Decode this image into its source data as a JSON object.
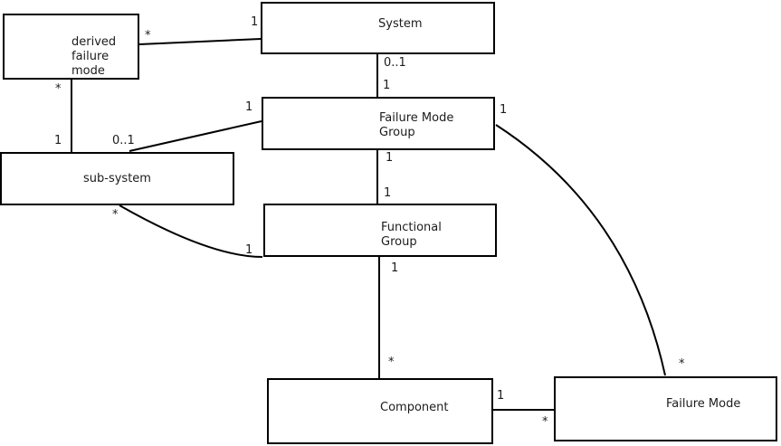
{
  "nodes": {
    "system": {
      "label": "System"
    },
    "derived_failure_mode": {
      "lines": [
        "derived",
        "failure",
        "mode"
      ]
    },
    "failure_mode_group": {
      "lines": [
        "Failure Mode",
        "Group"
      ]
    },
    "sub_system": {
      "label": "sub-system"
    },
    "functional_group": {
      "lines": [
        "Functional",
        "Group"
      ]
    },
    "component": {
      "label": "Component"
    },
    "failure_mode": {
      "label": "Failure Mode"
    }
  },
  "relationships": [
    {
      "from": "derived failure mode",
      "to": "System",
      "from_mult": "*",
      "to_mult": "1"
    },
    {
      "from": "derived failure mode",
      "to": "sub-system",
      "from_mult": "*",
      "to_mult": "1"
    },
    {
      "from": "System",
      "to": "Failure Mode Group",
      "from_mult": "0..1",
      "to_mult": "1"
    },
    {
      "from": "Failure Mode Group",
      "to": "sub-system",
      "from_mult": "1",
      "to_mult": "0..1"
    },
    {
      "from": "Failure Mode Group",
      "to": "Functional Group",
      "from_mult": "1",
      "to_mult": "1"
    },
    {
      "from": "sub-system",
      "to": "Functional Group",
      "from_mult": "*",
      "to_mult": "1"
    },
    {
      "from": "Functional Group",
      "to": "Component",
      "from_mult": "1",
      "to_mult": "*"
    },
    {
      "from": "Component",
      "to": "Failure Mode",
      "from_mult": "1",
      "to_mult": "*"
    },
    {
      "from": "Failure Mode Group",
      "to": "Failure Mode",
      "from_mult": "1",
      "to_mult": "*"
    }
  ],
  "colors": {
    "line": "#000000",
    "text": "#1c1c1c",
    "background": "#ffffff"
  }
}
